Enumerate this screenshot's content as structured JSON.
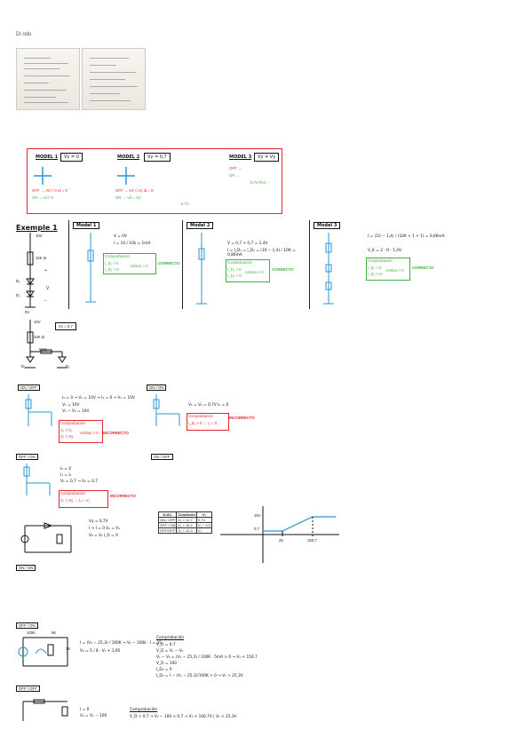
{
  "header": {
    "title": "Di odo",
    "subtitle": "..."
  },
  "models": {
    "m1": {
      "label": "MODEL 1",
      "cond": "Vγ = 0",
      "row1": "OFF → Vd < 0 Id = 0",
      "row2": "ON → Id > 0"
    },
    "m2": {
      "label": "MODEL 2",
      "cond": "Vγ = 0,7",
      "row1": "OFF → Vd < Vγ Id = 0",
      "row2": "ON → Vd = Vγ",
      "row2b": "0,7V"
    },
    "m3": {
      "label": "MODEL 3",
      "cond": "Vγ ≠ Vγ",
      "row1": "OFF →",
      "row2": "ON →",
      "row2b": "0,7V  R.D"
    }
  },
  "exemple": {
    "title": "Exemple 1",
    "v10": "10V",
    "r10k": "10K Ω",
    "d1": "D₁",
    "d2": "D₂",
    "v": "V",
    "plus": "+",
    "minus": "−",
    "gnd": "0V"
  },
  "model1": {
    "title": "Model 1",
    "eq1": "V = 0V",
    "eq2": "I = 10 / 10k = 1mA",
    "comp_title": "Comprobación",
    "comp1": "I_D₁ > 0",
    "comp2": "I_D₂ > 0",
    "comp_note": "Ambos > 0",
    "verdict": "CORRECTO"
  },
  "model2": {
    "title": "Model 2",
    "eq1": "V = 0,7 + 0,7 = 1,4V",
    "eq2": "I = I_D₁ = I_D₂ = (10 − 1,4) / 10K = 0,86mA",
    "comp_title": "Comprobación",
    "comp1": "I_D₁ > 0",
    "comp2": "I_D₂ > 0",
    "comp_note": "Ambos > 0",
    "verdict": "CORRECTO"
  },
  "model3": {
    "title": "Model 3",
    "eq1": "I = (10 − 1,4) / (10K + 1 + 1) = 0,86mA",
    "eq2": "V_K = 2 · R · 1,4V",
    "comp_title": "Comprobación",
    "comp1": "I_D₁ > 0",
    "comp2": "I_D₂ > 0",
    "comp_note": "Ambos > 0",
    "verdict": "CORRECTO"
  },
  "circuit2": {
    "cond": "Vγ = 0,7",
    "v10": "10V",
    "r10k": "10K Ω",
    "r5k": "5KΩ",
    "d1": "D₁",
    "d2": "D₂"
  },
  "case_onoff": {
    "tag": "ON / OFF",
    "eq1": "I₂ = 0 → V₁ = 10V → I₁ = 0 → V₁ = 10V",
    "eq2": "V₁ = 10V",
    "eq3": "V₁ − V₂ = 10V",
    "comp_title": "Comprobación",
    "comp1": "V₁ < V₂",
    "comp2": "V₁ < Vγ",
    "comp_note": "Ambos > 0",
    "verdict": "INCORRECTO"
  },
  "case_onon": {
    "tag": "ON / ON",
    "eq1": "V₁ = V₂ = 0,7V  I₂ = 0",
    "comp_title": "Comprobación",
    "comp1": "I_D₁ > 0 → I₂ = 0",
    "verdict": "INCORRECTO"
  },
  "case_offon": {
    "tag": "OFF / ON",
    "eq1": "I₂ = 0",
    "eq2": "I₁ = I₂",
    "eq3": "V₁ = 0,7 → V₂ = 0,7",
    "comp_title": "Comprobación",
    "comp1": "V₁ < Vγ → I₂ = V₂",
    "verdict": "INCORRECTO"
  },
  "case_onoff2": {
    "tag": "ON / OFF",
    "eq1": "Vγ = 0,7V",
    "eq2": "I → I = 0 V₂ = V₁",
    "eq3": "V₀ = V₂  I_D = 0",
    "table_headers": [
      "D₁/D₂",
      "Condición",
      "V₀"
    ],
    "table_rows": [
      [
        "ON / OFF",
        "V₁ < 12,7",
        "0,7V"
      ],
      [
        "OFF / ON",
        "V₁ > 15,4",
        "V₁ − 0,5"
      ],
      [
        "OFF/OFF",
        "V₁ < 12,4",
        "V₁"
      ]
    ],
    "graph_y1": "15V",
    "graph_y2": "0,7",
    "graph_x1": "25",
    "graph_x2": "150,7"
  },
  "case_onon2": {
    "tag": "ON / ON"
  },
  "case_offon2": {
    "tag": "OFF / ON",
    "r1": "100K",
    "r2": "5K",
    "r3": "3K",
    "eq1": "I = (V₁ − 25,3) / 100K → V₁ − 100k · I = 25",
    "eq2": "V₀ = 5 / 8 · V₁ + 1,95",
    "comp_title": "Comprobación",
    "comp1": "V_D = 0,7",
    "comp2": "V_D = V₁ − V₀",
    "comp3": "V₁ − V₀ = (V₁ − 25,3) / 100K · 5mA > 0 → V₁ < 150,7",
    "comp4": "V_D = 100",
    "comp5": "I_D₁ = 0",
    "comp6": "I_D₂ = I − (V₁ − 25,3)/100K > 0 → V₁ > 25,3V"
  },
  "case_offoff": {
    "tag": "OFF / OFF",
    "eq1": "I = 0",
    "eq2": "V₀ = V₁ − 100",
    "comp_title": "Comprobación",
    "comp1": "V_D < 0,7 → V₁ − 100 < 0,7 → V₁ < 100,7V  |  V₁ < 25,3V"
  }
}
